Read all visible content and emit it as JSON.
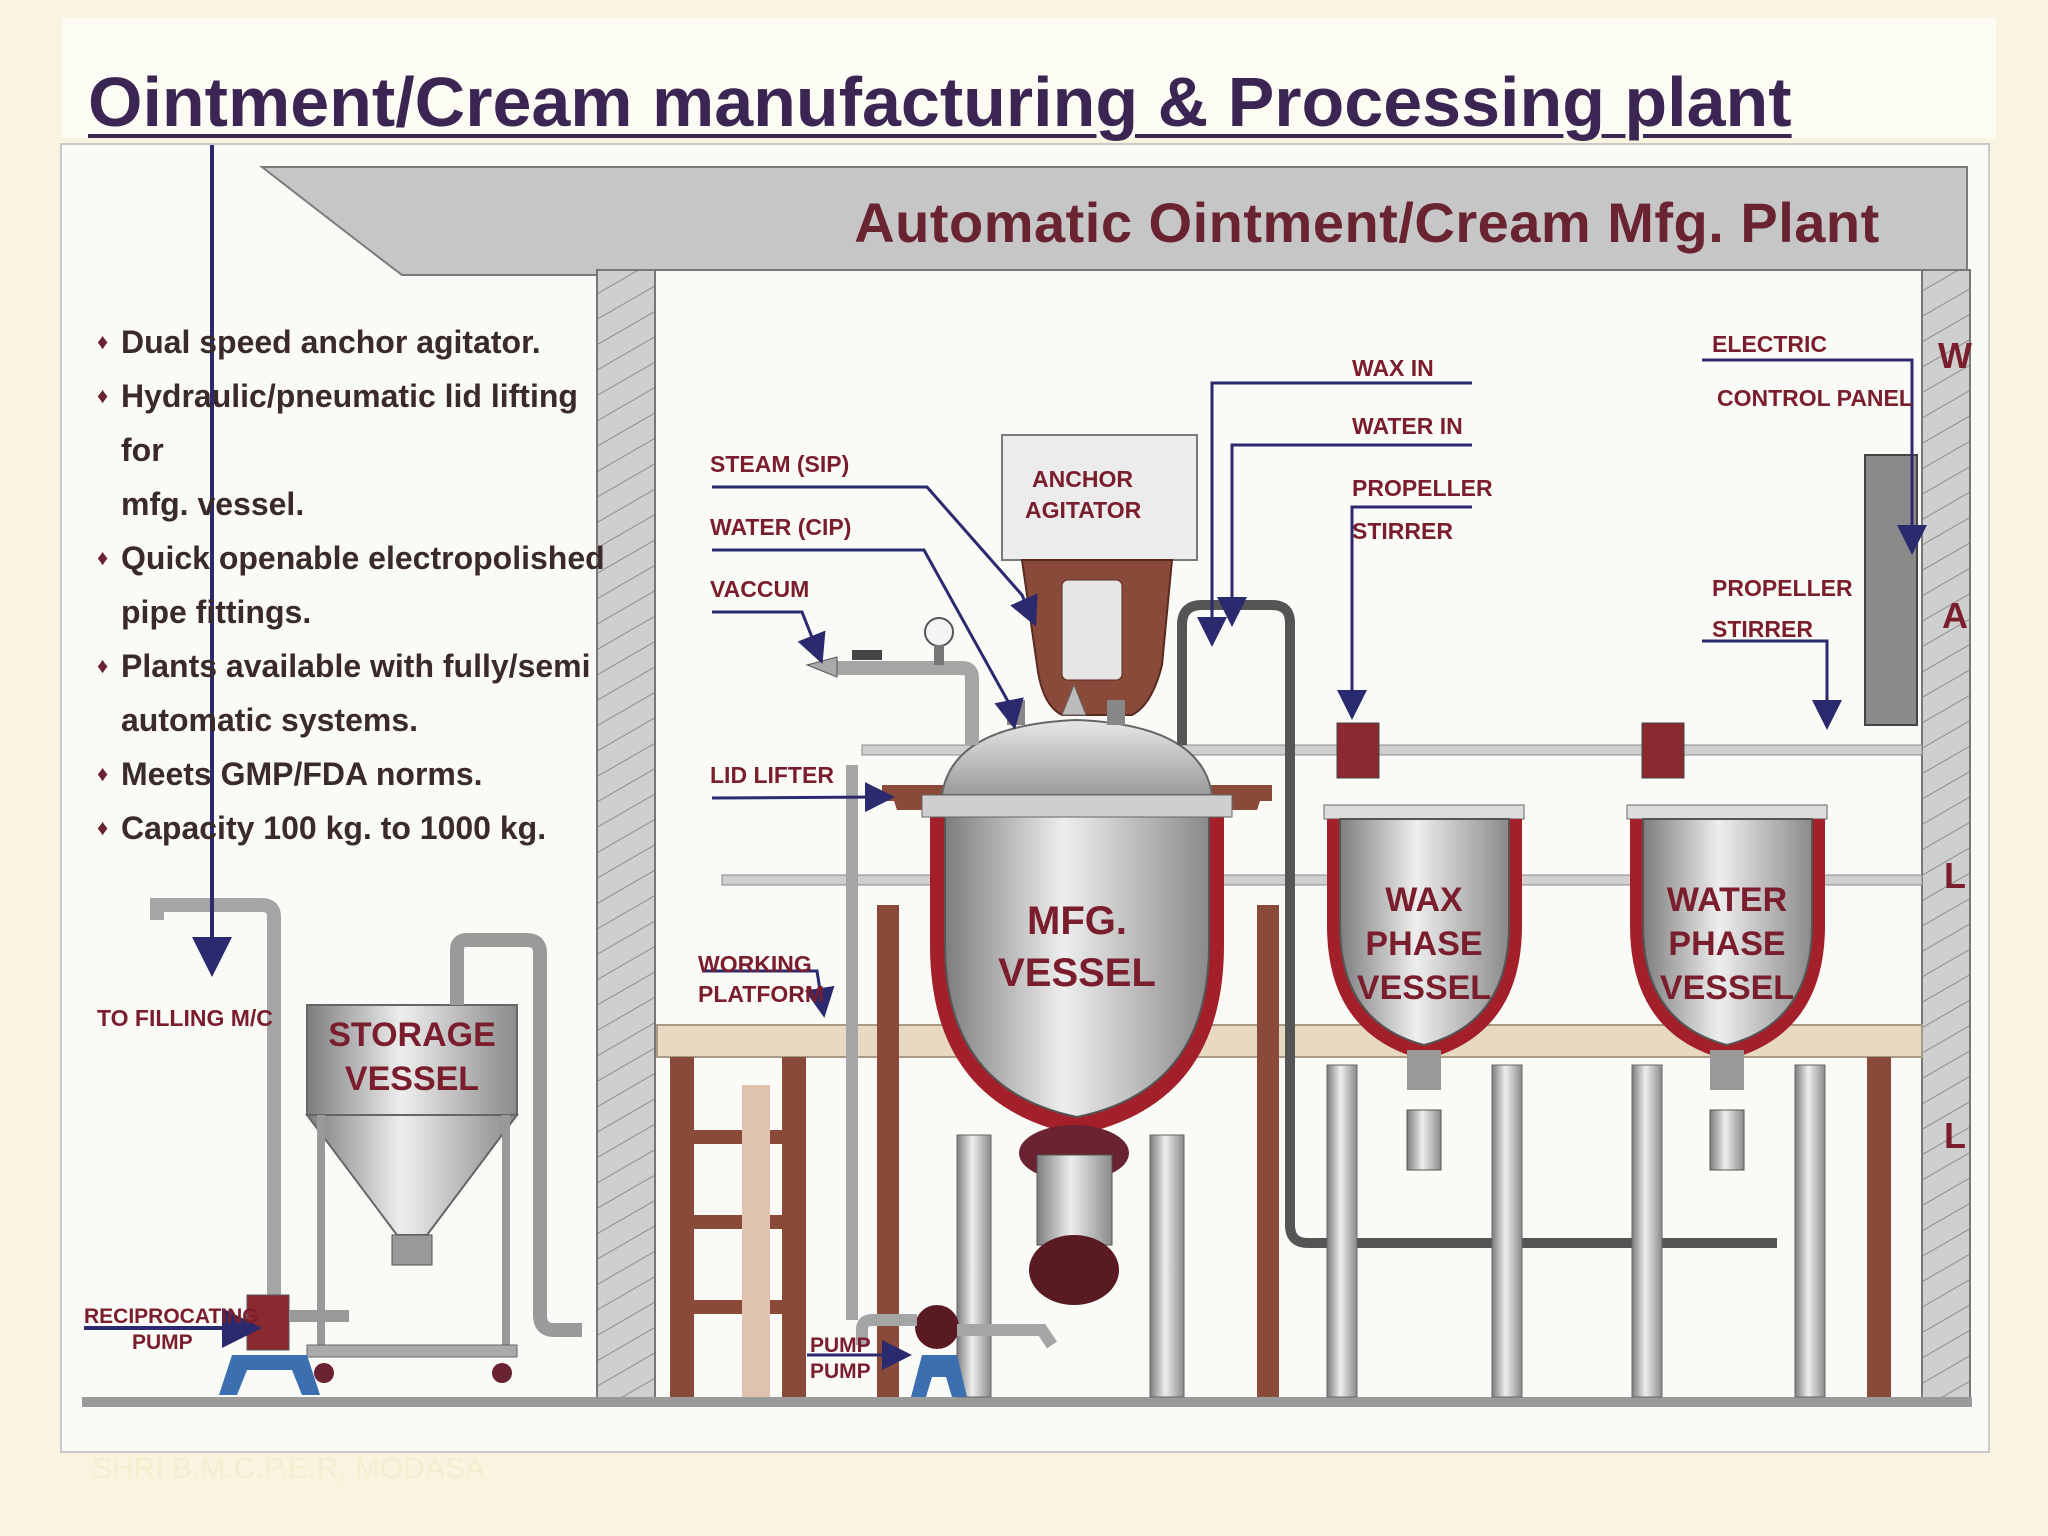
{
  "slide": {
    "title": "Ointment/Cream manufacturing & Processing plant",
    "footer": "SHRI B.M.C.P.E.R, MODASA"
  },
  "diagram": {
    "title": "Automatic Ointment/Cream Mfg. Plant",
    "features": [
      "Dual speed anchor agitator.",
      "Hydraulic/pneumatic lid lifting for",
      "mfg. vessel.",
      "Quick openable electropolished",
      "pipe fittings.",
      "Plants available with fully/semi",
      "automatic systems.",
      "Meets GMP/FDA norms.",
      "Capacity 100 kg. to 1000 kg."
    ],
    "labels": {
      "steam": "STEAM (SIP)",
      "water_cip": "WATER (CIP)",
      "vaccum": "VACCUM",
      "lid_lifter": "LID LIFTER",
      "anchor_agitator_1": "ANCHOR",
      "anchor_agitator_2": "AGITATOR",
      "wax_in": "WAX IN",
      "water_in": "WATER IN",
      "propeller_1": "PROPELLER",
      "stirrer_1": "STIRRER",
      "electric_1": "ELECTRIC",
      "control_panel": "CONTROL PANEL",
      "propeller_2": "PROPELLER",
      "stirrer_2": "STIRRER",
      "working_1": "WORKING",
      "platform": "PLATFORM",
      "to_filling": "TO FILLING M/C",
      "reciprocating_1": "RECIPROCATING",
      "reciprocating_2": "PUMP",
      "pump_1": "PUMP",
      "pump_2": "PUMP",
      "storage_vessel_1": "STORAGE",
      "storage_vessel_2": "VESSEL",
      "mfg_vessel_1": "MFG.",
      "mfg_vessel_2": "VESSEL",
      "wax_vessel_1": "WAX",
      "wax_vessel_2": "PHASE",
      "wax_vessel_3": "VESSEL",
      "water_vessel_1": "WATER",
      "water_vessel_2": "PHASE",
      "water_vessel_3": "VESSEL"
    },
    "wall_letters": [
      "W",
      "A",
      "L",
      "L"
    ]
  },
  "colors": {
    "title": "#3b2553",
    "label": "#7a1d2c",
    "arrow": "#2c2a6e",
    "steel": "#b8b8b8",
    "jacket": "#a31f2a",
    "wood": "#8a4a3a"
  }
}
